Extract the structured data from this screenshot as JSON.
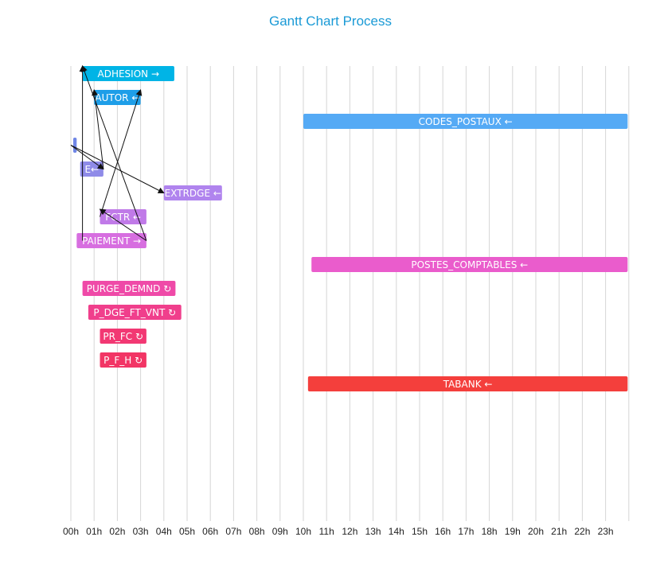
{
  "chart_data": {
    "type": "gantt",
    "title": "Gantt Chart Process",
    "xlabel": "",
    "ylabel": "",
    "xlim": [
      0,
      24
    ],
    "x_ticks": [
      "00h",
      "01h",
      "02h",
      "03h",
      "04h",
      "05h",
      "06h",
      "07h",
      "08h",
      "09h",
      "10h",
      "11h",
      "12h",
      "13h",
      "14h",
      "15h",
      "16h",
      "17h",
      "18h",
      "19h",
      "20h",
      "21h",
      "22h",
      "23h"
    ],
    "grid": "vertical",
    "tasks": [
      {
        "label": "ADHESION →",
        "row": 0,
        "start": 0.5,
        "end": 4.45,
        "color": "#00b4e6"
      },
      {
        "label": "AUTOR ←",
        "row": 1,
        "start": 1.0,
        "end": 3.0,
        "color": "#1e9ee8"
      },
      {
        "label": "CODES_POSTAUX ←",
        "row": 2,
        "start": 10.0,
        "end": 23.95,
        "color": "#55aaf5"
      },
      {
        "label": "",
        "row": 3,
        "start": 0.1,
        "end": 0.25,
        "color": "#6f86e6"
      },
      {
        "label": "E←",
        "row": 4,
        "start": 0.4,
        "end": 1.4,
        "color": "#8f8be8"
      },
      {
        "label": "EXTRDGE ←",
        "row": 5,
        "start": 4.0,
        "end": 6.5,
        "color": "#b084ee"
      },
      {
        "label": "FCTR ←",
        "row": 6,
        "start": 1.25,
        "end": 3.25,
        "color": "#c07ae8"
      },
      {
        "label": "PAIEMENT →",
        "row": 7,
        "start": 0.25,
        "end": 3.25,
        "color": "#d76ee0"
      },
      {
        "label": "POSTES_COMPTABLES ←",
        "row": 8,
        "start": 10.35,
        "end": 23.95,
        "color": "#ea5ccc"
      },
      {
        "label": "PURGE_DEMND ↻",
        "row": 9,
        "start": 0.5,
        "end": 4.5,
        "color": "#ef4aa8"
      },
      {
        "label": "P_DGE_FT_VNT ↻",
        "row": 10,
        "start": 0.75,
        "end": 4.75,
        "color": "#f03f8c"
      },
      {
        "label": "PR_FC ↻",
        "row": 11,
        "start": 1.25,
        "end": 3.25,
        "color": "#f23873"
      },
      {
        "label": "P_F_H ↻",
        "row": 12,
        "start": 1.25,
        "end": 3.25,
        "color": "#f23565"
      },
      {
        "label": "TABANK ←",
        "row": 13,
        "start": 10.2,
        "end": 23.95,
        "color": "#f43f3c"
      }
    ],
    "dependencies": [
      {
        "from": [
          0.5,
          7
        ],
        "to": [
          0.5,
          0
        ]
      },
      {
        "from": [
          1.4,
          4
        ],
        "to": [
          1.0,
          1
        ]
      },
      {
        "from": [
          1.25,
          6
        ],
        "to": [
          3.0,
          1
        ]
      },
      {
        "from": [
          0.0,
          3
        ],
        "to": [
          4.0,
          5
        ]
      },
      {
        "from": [
          0.0,
          3
        ],
        "to": [
          1.4,
          4
        ]
      },
      {
        "from": [
          3.25,
          7
        ],
        "to": [
          0.5,
          0
        ]
      },
      {
        "from": [
          3.25,
          7
        ],
        "to": [
          1.25,
          6
        ]
      }
    ]
  }
}
